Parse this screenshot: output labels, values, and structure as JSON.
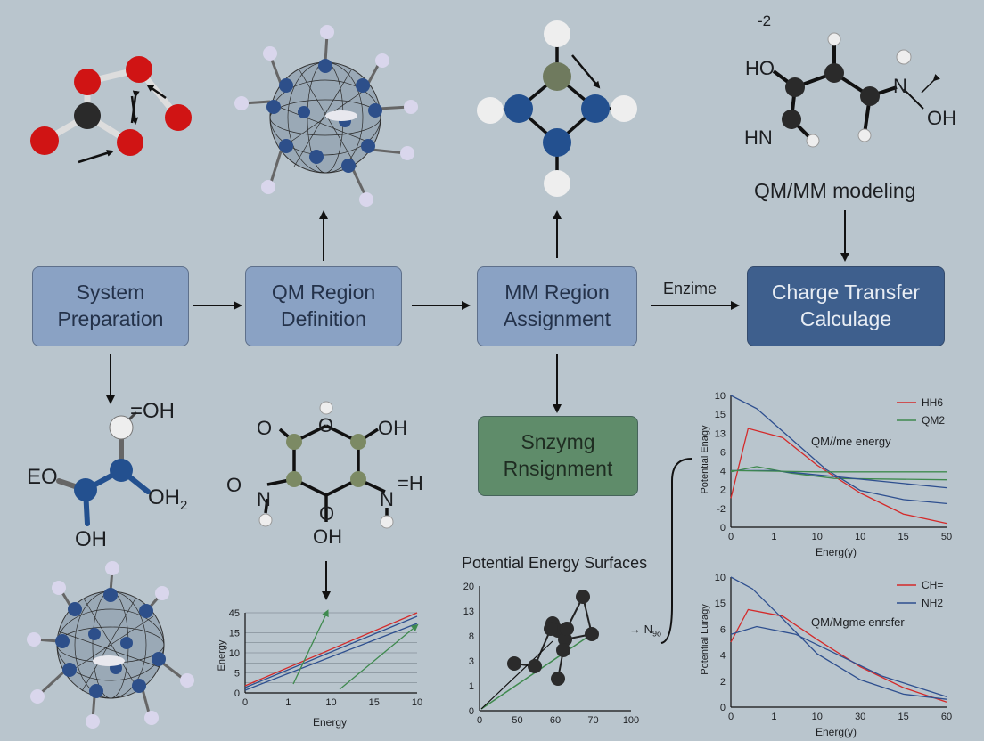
{
  "boxes": {
    "system_prep": {
      "line1": "System",
      "line2": "Preparation"
    },
    "qm_region": {
      "line1": "QM Region",
      "line2": "Definition"
    },
    "mm_region": {
      "line1": "MM Region",
      "line2": "Assignment"
    },
    "charge_transfer": {
      "line1": "Charge Transfer",
      "line2": "Calculage"
    },
    "enzyme": {
      "line1": "Snzymg",
      "line2": "Rnsignment"
    }
  },
  "labels": {
    "enzime": "Enzime",
    "qmmm_modeling": "QM/MM modeling",
    "pes_title": "Potential Energy Surfaces",
    "n_label": "N",
    "n_sub": "9o"
  },
  "molecules": {
    "hetero": {
      "oh": "OH",
      "ho": "HO",
      "hn": "HN",
      "n": "N",
      "charge": "-2"
    },
    "triol": {
      "oh_top": "OH",
      "eo": "EO",
      "oh2": "OH",
      "oh2_sub": "2",
      "oh_bottom": "OH"
    },
    "ring": {
      "o_top": "O",
      "o_left": "O",
      "oh_right": "OH",
      "o_nl": "O",
      "n_left": "N",
      "n_right": "N",
      "h_right": "=H",
      "o_bottom": "O",
      "oh_bottom": "OH"
    }
  },
  "chart_data": [
    {
      "type": "line",
      "title": "QM//me energy",
      "xlabel": "Energ(y)",
      "ylabel": "Potential Enagy",
      "x_ticks": [
        "0",
        "1",
        "10",
        "10",
        "15",
        "50"
      ],
      "y_ticks": [
        "10",
        "15",
        "13",
        "6",
        "4",
        "2",
        "-2",
        "0"
      ],
      "legend": [
        "HH6",
        "QM2"
      ],
      "legend_position": "top-right",
      "series": [
        {
          "name": "HH6",
          "color": "#d42a2a",
          "x": [
            0,
            0.4,
            1.2,
            2,
            3,
            4,
            5
          ],
          "y": [
            2.2,
            7.5,
            6.8,
            4.7,
            2.6,
            1.0,
            0.3
          ]
        },
        {
          "name": "QM2",
          "color": "#3f8a4e",
          "x": [
            0,
            0.6,
            1.4,
            2.4,
            5
          ],
          "y": [
            4.2,
            4.6,
            4.1,
            3.7,
            3.6
          ]
        },
        {
          "color": "#2e4f8f",
          "x": [
            0,
            0.6,
            1.4,
            2.2,
            3,
            4,
            5
          ],
          "y": [
            10,
            9.0,
            6.7,
            4.4,
            2.8,
            2.1,
            1.8
          ]
        },
        {
          "color": "#2e4f8f",
          "x": [
            0,
            1,
            5
          ],
          "y": [
            4.3,
            4.3,
            3.0
          ]
        },
        {
          "color": "#3f8a4e",
          "x": [
            0,
            2,
            5
          ],
          "y": [
            4.3,
            4.2,
            4.2
          ]
        }
      ]
    },
    {
      "type": "line",
      "title": "QM/Mgme enrsfer",
      "xlabel": "Energ(y)",
      "ylabel": "Potential Luragy",
      "x_ticks": [
        "0",
        "1",
        "10",
        "30",
        "15",
        "60"
      ],
      "y_ticks": [
        "10",
        "15",
        "6",
        "4",
        "2",
        "0"
      ],
      "legend": [
        "CH=",
        "NH2"
      ],
      "legend_position": "top-right",
      "series": [
        {
          "name": "CH=",
          "color": "#d42a2a",
          "x": [
            0,
            0.4,
            1.2,
            2,
            3,
            4,
            5
          ],
          "y": [
            5.0,
            7.5,
            7.0,
            5.2,
            3.1,
            1.5,
            0.4
          ]
        },
        {
          "name": "NH2",
          "color": "#2e4f8f",
          "x": [
            0,
            0.5,
            1.2,
            2,
            3,
            4,
            5
          ],
          "y": [
            10,
            9.1,
            6.8,
            4.1,
            2.1,
            1.0,
            0.6
          ]
        },
        {
          "color": "#2e4f8f",
          "x": [
            0,
            0.6,
            1.5,
            2.5,
            3.5,
            5
          ],
          "y": [
            5.6,
            6.2,
            5.6,
            4.0,
            2.4,
            0.8
          ]
        }
      ]
    },
    {
      "type": "line",
      "xlabel": "Energy",
      "ylabel": "Energy",
      "x_ticks": [
        "0",
        "1",
        "10",
        "15",
        "10"
      ],
      "y_ticks": [
        "45",
        "15",
        "10",
        "5",
        "0"
      ],
      "series": [
        {
          "color": "#d42a2a",
          "x": [
            0,
            10
          ],
          "y": [
            0.8,
            9.0
          ]
        },
        {
          "color": "#2e4f8f",
          "x": [
            0,
            10
          ],
          "y": [
            0.6,
            8.6
          ]
        },
        {
          "color": "#2e4f8f",
          "x": [
            0,
            10
          ],
          "y": [
            0.3,
            7.8
          ]
        },
        {
          "color": "#3f8a4e",
          "x": [
            2.8,
            4.8
          ],
          "y": [
            1.0,
            9.2
          ]
        },
        {
          "color": "#3f8a4e",
          "x": [
            5.5,
            10
          ],
          "y": [
            0.4,
            7.6
          ]
        }
      ]
    },
    {
      "type": "scatter",
      "xlabel": "",
      "ylabel": "",
      "x_ticks": [
        "0",
        "50",
        "60",
        "70",
        "100"
      ],
      "y_ticks": [
        "20",
        "13",
        "8",
        "3",
        "1",
        "0"
      ]
    }
  ]
}
